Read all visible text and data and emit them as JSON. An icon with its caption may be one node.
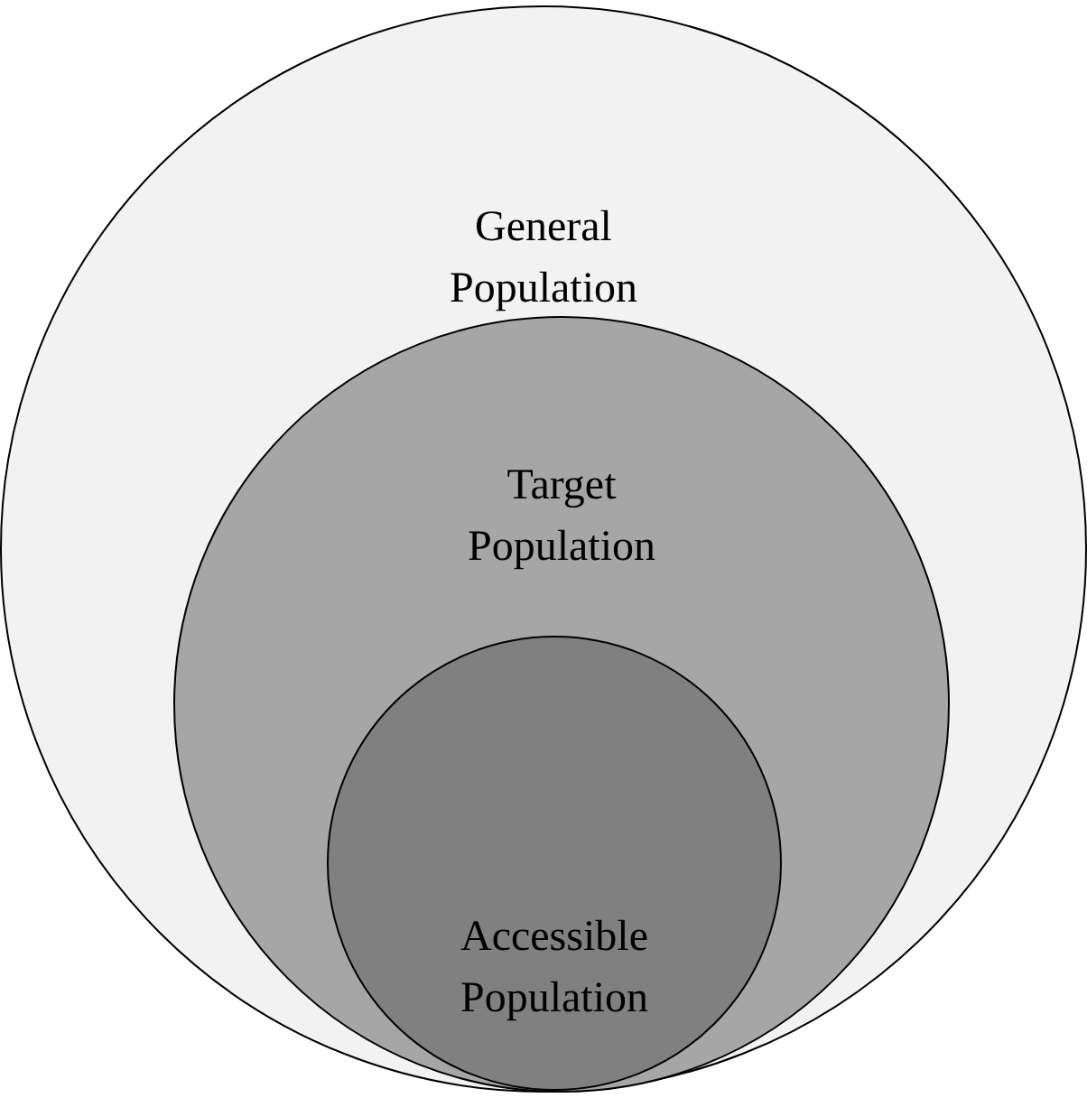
{
  "diagram": {
    "nodes": [
      {
        "text": [
          "General Population"
        ]
      },
      {
        "text": [
          "Target Population"
        ],
        "in": 0
      },
      {
        "text": [
          "Accessible Population"
        ],
        "in": 1
      }
    ]
  }
}
